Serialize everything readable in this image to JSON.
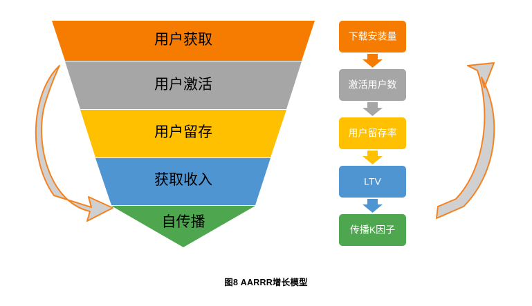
{
  "figure": {
    "caption": "图8  AARRR增长模型",
    "background_color": "#ffffff"
  },
  "funnel": {
    "name": "AARRR inverted funnel",
    "stages": [
      {
        "label": "用户获取",
        "color": "#F57C00"
      },
      {
        "label": "用户激活",
        "color": "#A6A6A6"
      },
      {
        "label": "用户留存",
        "color": "#FFC000"
      },
      {
        "label": "获取收入",
        "color": "#4F95D1"
      },
      {
        "label": "自传播",
        "color": "#4EA74E"
      }
    ]
  },
  "metrics_flow": {
    "name": "metric chain",
    "nodes": [
      {
        "label": "下载安装量",
        "color": "#F57C00"
      },
      {
        "label": "激活用户数",
        "color": "#A6A6A6"
      },
      {
        "label": "用户留存率",
        "color": "#FFC000"
      },
      {
        "label": "LTV",
        "color": "#4F95D1"
      },
      {
        "label": "传播K因子",
        "color": "#4EA74E"
      }
    ],
    "connector_colors": [
      "#F57C00",
      "#A6A6A6",
      "#FFC000",
      "#4F95D1"
    ]
  },
  "loop_arrows": {
    "left": {
      "name": "left-loop-arrow",
      "outline_color": "#F58220",
      "fill_color": "#D0D0D0",
      "direction": "down-right"
    },
    "right": {
      "name": "right-loop-arrow",
      "outline_color": "#F58220",
      "fill_color": "#D0D0D0",
      "direction": "up-left"
    }
  }
}
